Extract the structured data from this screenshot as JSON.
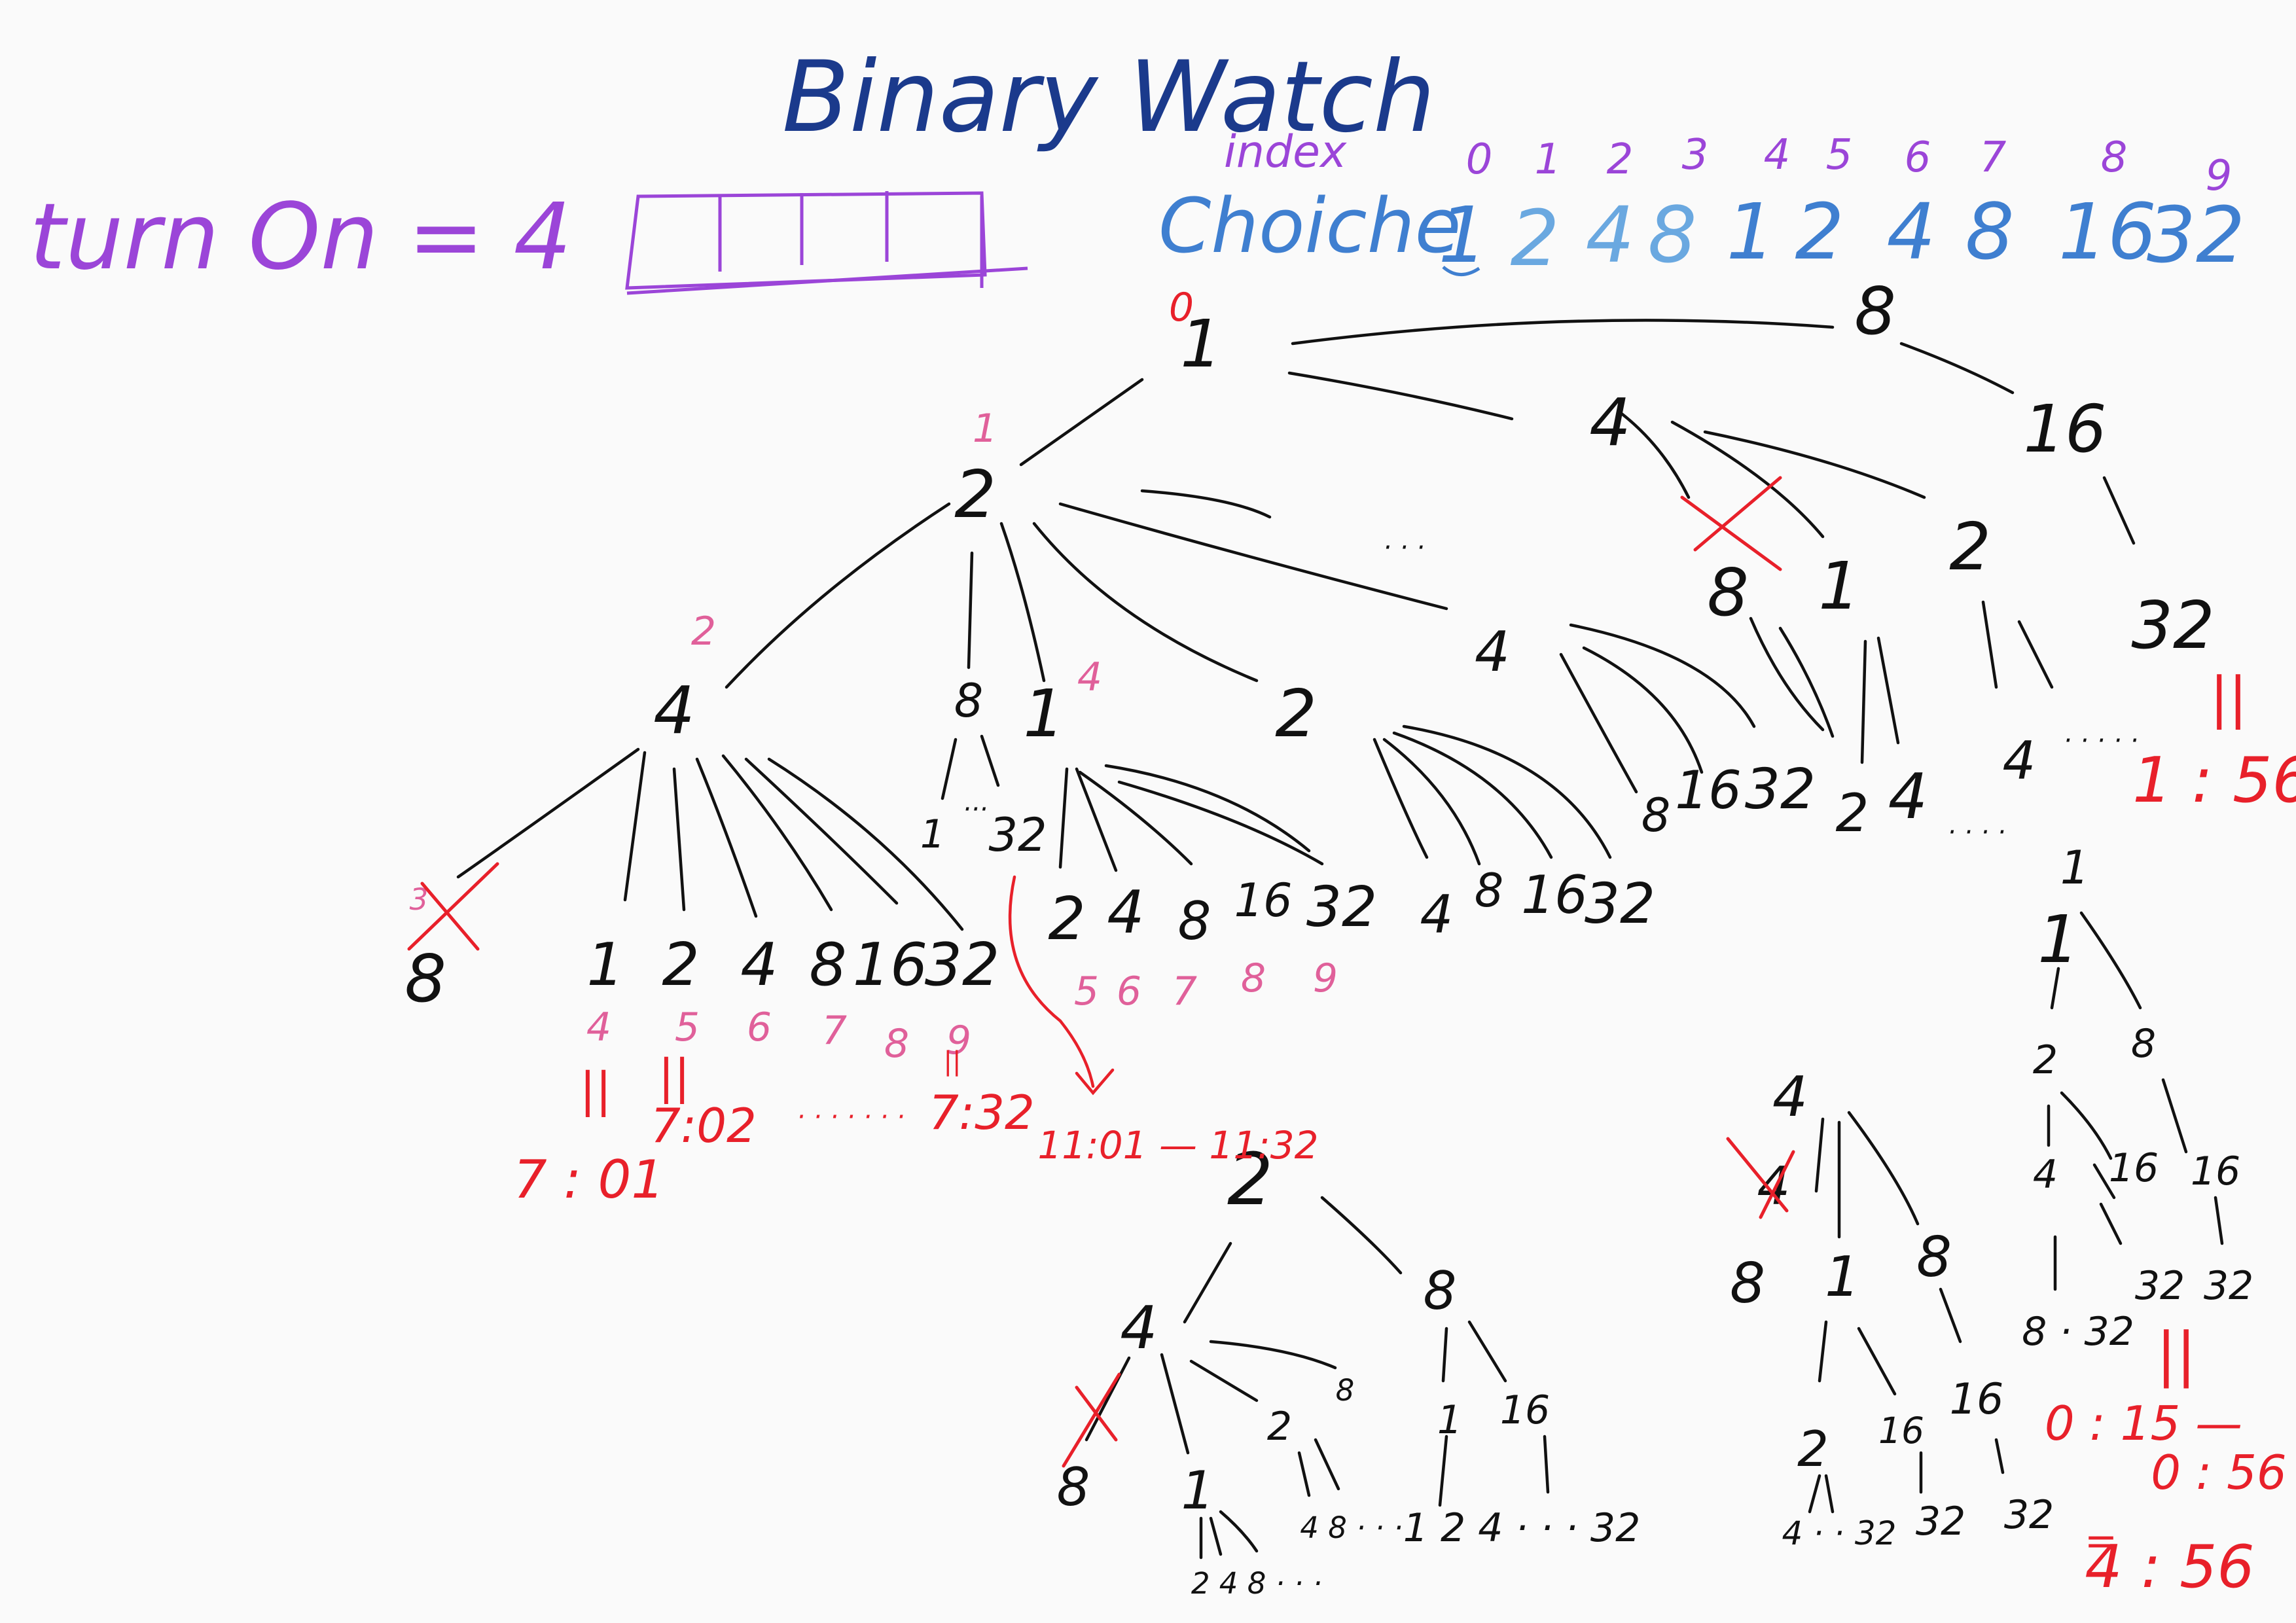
{
  "colors": {
    "background": "#fafafa",
    "title": "#1b3a8c",
    "purple": "#9b45d8",
    "blue": "#3f7fd0",
    "lightblue": "#6aa8e0",
    "pink": "#e0609a",
    "black": "#111111",
    "red": "#e8202a"
  },
  "header": {
    "title": "Binary Watch",
    "turn_on": "turn On = 4",
    "index_label": "index",
    "choice_label": "Choiche",
    "indices": [
      "0",
      "1",
      "2",
      "3",
      "4",
      "5",
      "6",
      "7",
      "8",
      "9"
    ],
    "choices": [
      "1",
      "2",
      "4",
      "8",
      "1",
      "2",
      "4",
      "8",
      "16",
      "32"
    ]
  },
  "tree": {
    "root": "1",
    "root_index": "0",
    "top": {
      "n8": "8",
      "n4": "4",
      "n16": "16",
      "n32": "32",
      "n2": "2",
      "n1": "1",
      "dots": "· · ·"
    },
    "level2": {
      "index": "1",
      "n2": "2",
      "n4": "4",
      "n4_index": "2",
      "n8": "8",
      "n1": "1",
      "n1_index": "4",
      "n2b": "2",
      "n4b": "4",
      "dots": "· · · ·"
    },
    "left_children": {
      "struck": "8",
      "struck_index": "3",
      "values": [
        "1",
        "2",
        "4",
        "8",
        "16",
        "32"
      ],
      "indices": [
        "4",
        "5",
        "6",
        "7",
        "8",
        "9"
      ]
    },
    "mid_children": {
      "a": "1",
      "dots": "···",
      "b": "32"
    },
    "one_children": {
      "values": [
        "2",
        "4",
        "8",
        "16",
        "32"
      ],
      "indices": [
        "5",
        "6",
        "7",
        "8",
        "9"
      ]
    },
    "two_children": [
      "4",
      "8",
      "16",
      "32"
    ],
    "four_children": [
      "8",
      "16",
      "32"
    ],
    "right_children": {
      "a": "2",
      "b": "4",
      "dots": "· · · ·"
    },
    "rr": {
      "n4": "4",
      "dots": "· · · · ·",
      "n1": "1",
      "n1b": "1",
      "n2": "2",
      "n8": "8",
      "n4b": "4",
      "n16": "16",
      "n16b": "16",
      "n8b": "8",
      "n32a": "32",
      "n32b": "32",
      "n32c": "32"
    },
    "bottom_mid": {
      "n2": "2",
      "n4": "4",
      "n8": "8",
      "n8b": "8",
      "n2b": "2",
      "n1": "1",
      "n1b": "1",
      "n16": "16",
      "n32": "32",
      "leaves_a": "2 4 8 · · ·",
      "leaves_b": "4 8 · · ·",
      "leaves_c": "1 2 4 · · · 32"
    },
    "bottom_right": {
      "n4": "4",
      "n8": "8",
      "n1": "1",
      "n8b": "8",
      "n1b": "1",
      "n16": "16",
      "n2": "2",
      "n16b": "16",
      "leaf_a": "4 · · 32",
      "leaf_b": "32",
      "leaf_c": "32"
    }
  },
  "results": {
    "r701": "7 : 01",
    "r702": "7:02",
    "dots": "· · · · · · ·",
    "r732": "7:32",
    "r1101": "11:01 — 11:32",
    "r156": "1 : 56",
    "r015": "0 : 15 —",
    "r056": "0 : 56",
    "r456": "4 : 56",
    "eq": "||"
  }
}
